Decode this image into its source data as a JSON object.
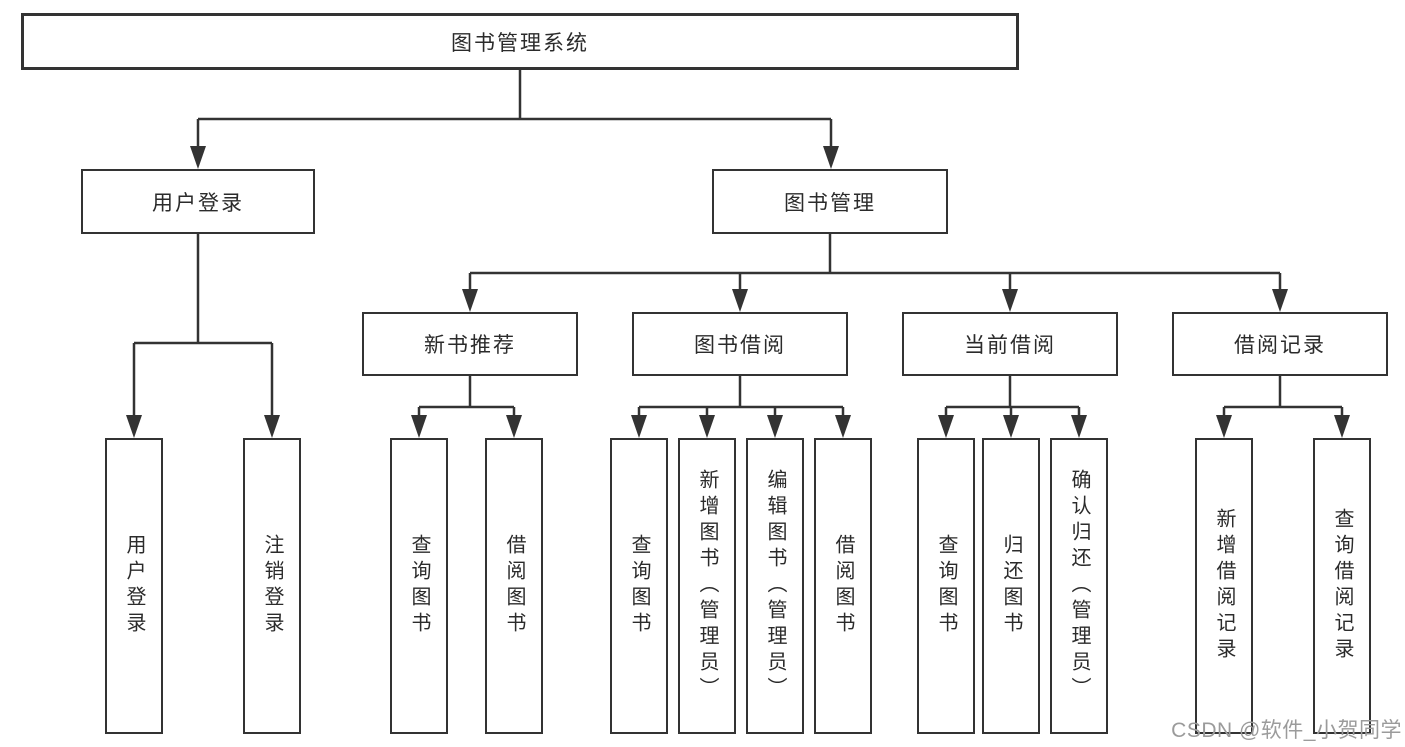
{
  "diagram": {
    "root": {
      "label": "图书管理系统"
    },
    "branches": [
      {
        "label": "用户登录",
        "children": [
          {
            "label": "用户登录"
          },
          {
            "label": "注销登录"
          }
        ]
      },
      {
        "label": "图书管理",
        "children": [
          {
            "label": "新书推荐",
            "children": [
              {
                "label": "查询图书"
              },
              {
                "label": "借阅图书"
              }
            ]
          },
          {
            "label": "图书借阅",
            "children": [
              {
                "label": "查询图书"
              },
              {
                "label": "新增图书（管理员）"
              },
              {
                "label": "编辑图书（管理员）"
              },
              {
                "label": "借阅图书"
              }
            ]
          },
          {
            "label": "当前借阅",
            "children": [
              {
                "label": "查询图书"
              },
              {
                "label": "归还图书"
              },
              {
                "label": "确认归还（管理员）"
              }
            ]
          },
          {
            "label": "借阅记录",
            "children": [
              {
                "label": "新增借阅记录"
              },
              {
                "label": "查询借阅记录"
              }
            ]
          }
        ]
      }
    ]
  },
  "watermark": {
    "text": "CSDN @软件_小贺同学",
    "color": "#9b9b9b"
  },
  "colors": {
    "line": "#333333",
    "box_border": "#333333",
    "text": "#2b2b2b",
    "background": "#ffffff"
  }
}
